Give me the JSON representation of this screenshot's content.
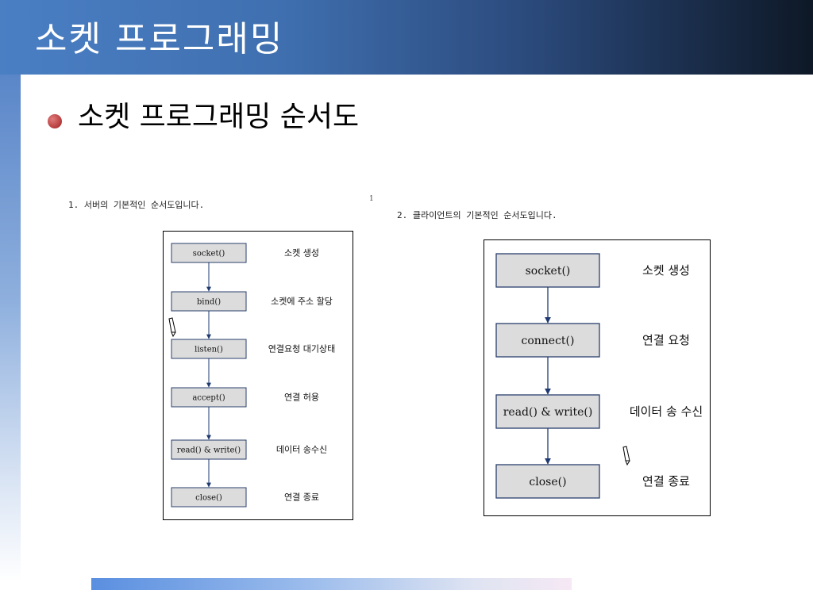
{
  "slide": {
    "title": "소켓 프로그래밍",
    "bullet": "소켓 프로그래밍 순서도"
  },
  "server": {
    "caption": "1. 서버의 기본적인 순서도입니다.",
    "steps": [
      {
        "fn": "socket()",
        "desc": "소켓 생성"
      },
      {
        "fn": "bind()",
        "desc": "소켓에 주소 할당"
      },
      {
        "fn": "listen()",
        "desc": "연결요청 대기상태"
      },
      {
        "fn": "accept()",
        "desc": "연결 허용"
      },
      {
        "fn": "read() & write()",
        "desc": "데이터 송수신"
      },
      {
        "fn": "close()",
        "desc": "연결 종료"
      }
    ]
  },
  "page_number": "1",
  "client": {
    "caption": "2. 클라이언트의 기본적인 순서도입니다.",
    "steps": [
      {
        "fn": "socket()",
        "desc": "소켓 생성"
      },
      {
        "fn": "connect()",
        "desc": "연결 요청"
      },
      {
        "fn": "read() & write()",
        "desc": "데이터 송 수신"
      },
      {
        "fn": "close()",
        "desc": "연결 종료"
      }
    ]
  },
  "colors": {
    "box_fill": "#dcdcdc",
    "box_stroke": "#2a3f6e",
    "arrow": "#1f3a70",
    "bullet": "#b53a3a"
  }
}
